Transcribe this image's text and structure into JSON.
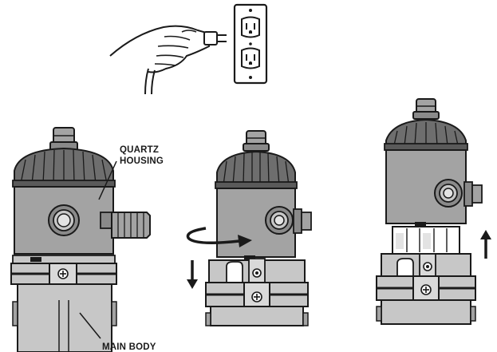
{
  "labels": {
    "quartz_housing_line1": "QUARTZ",
    "quartz_housing_line2": "HOUSING",
    "main_body": "MAIN BODY"
  },
  "steps": [
    {
      "name": "unplug-unit",
      "icon": "hand-unplugging-cord"
    },
    {
      "name": "assembled-unit",
      "icon": "uv-clarifier"
    },
    {
      "name": "twist-housing",
      "icon": "rotate-arrow"
    },
    {
      "name": "lift-housing",
      "icon": "up-arrow"
    }
  ],
  "colors": {
    "dark_gray": "#6e6e6e",
    "mid_gray": "#a3a3a3",
    "light_gray": "#c7c7c7",
    "outline": "#1a1a1a"
  }
}
